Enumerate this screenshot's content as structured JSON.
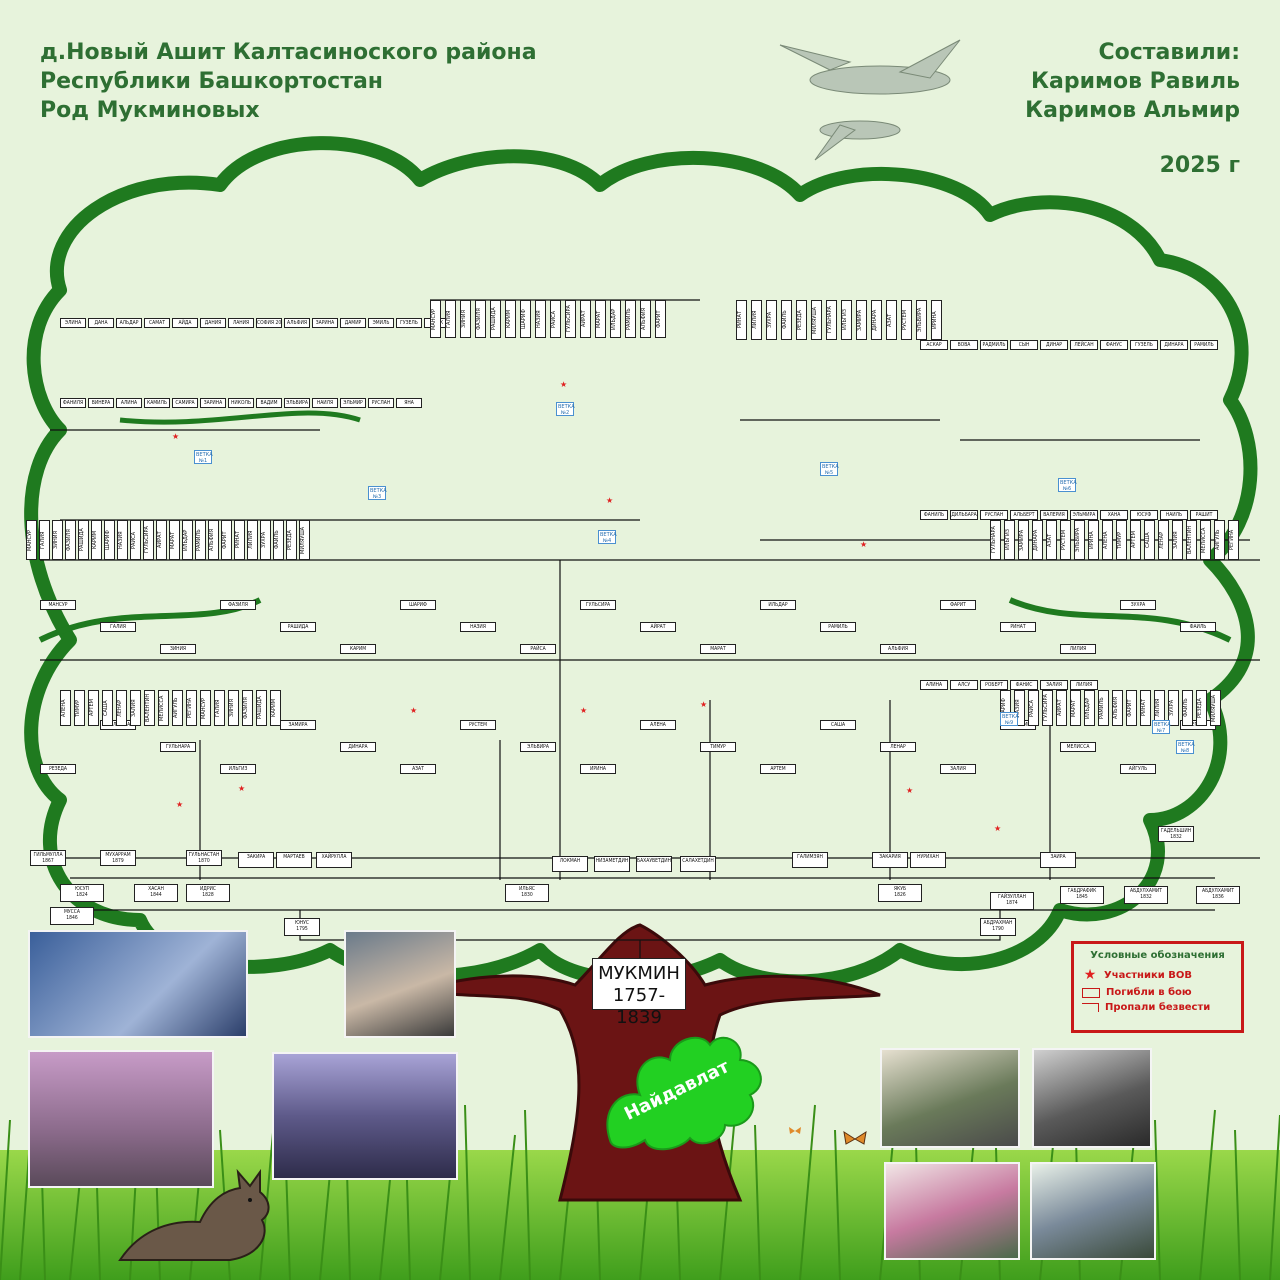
{
  "header": {
    "left_lines": [
      "д.Новый Ашит Калтасиноского района",
      "Республики Башкортостан",
      "Род Мукминовых"
    ],
    "right_lines": [
      "Составили:",
      "Каримов Равиль",
      "Каримов Альмир"
    ],
    "year": "2025 г"
  },
  "root": {
    "name": "МУКМИН",
    "years": "1757-1839"
  },
  "tree_label": "Найдавлат",
  "legend": {
    "title": "Условные обозначения",
    "items": [
      "Участники ВОВ",
      "Погибли в бою",
      "Пропали безвести"
    ]
  },
  "colors": {
    "canopy": "#1f7a1f",
    "trunk": "#6b1414",
    "leaf": "#22d022",
    "text_green": "#2e6f33",
    "legend_red": "#c81818"
  },
  "generation2": [
    {
      "name": "ЮНУС",
      "year": "1795"
    },
    {
      "name": "АБДРАХМАН",
      "year": "1790"
    }
  ],
  "generation3": [
    {
      "name": "МУССА",
      "year": "1846"
    },
    {
      "name": "ЮСУП",
      "year": "1824"
    },
    {
      "name": "ХАСАН",
      "year": "1844"
    },
    {
      "name": "ИДРИС",
      "year": "1828"
    },
    {
      "name": "ИЛЬЯС",
      "year": "1830"
    },
    {
      "name": "ЯКУБ",
      "year": "1826"
    },
    {
      "name": "ГАЙЗУЛЛАН",
      "year": "1874"
    },
    {
      "name": "ГАБДРАФИК",
      "year": "1845"
    },
    {
      "name": "АБДУЛХАМИТ",
      "year": "1832"
    },
    {
      "name": "АБДУЛХАМИТ",
      "year": "1836"
    }
  ],
  "generation4": [
    {
      "name": "ГИЛЬМУЛЛА",
      "year": "1867"
    },
    {
      "name": "МУХАРРАМ",
      "year": "1879"
    },
    {
      "name": "ГУЛЬНАСТАН",
      "year": "1870"
    },
    {
      "name": "ЗАКИРА",
      "year": ""
    },
    {
      "name": "МАРТАЕВ",
      "year": ""
    },
    {
      "name": "ХАЙРУЛЛА",
      "year": ""
    },
    {
      "name": "ЛОКМАН",
      "year": ""
    },
    {
      "name": "НИЗАМЕТДИН",
      "year": ""
    },
    {
      "name": "БАХАУВЕТДИН",
      "year": ""
    },
    {
      "name": "САЛАХЕТДИН",
      "year": ""
    },
    {
      "name": "ГАЛИМЗЯН",
      "year": ""
    },
    {
      "name": "ЗАКАРИЯ",
      "year": ""
    },
    {
      "name": "НУРИХАН",
      "year": ""
    },
    {
      "name": "ЗАИРА",
      "year": ""
    },
    {
      "name": "ГАДЕЛЬШИН",
      "year": "1832"
    }
  ],
  "mid_names": [
    "МАНСУР",
    "ГАЛИЯ",
    "ЗИНИЯ",
    "ФАЗИЛЯ",
    "РАШИДА",
    "КАРИМ",
    "ШАРИФ",
    "НАЗИЯ",
    "РАЙСА",
    "ГУЛЬСИРА",
    "АЙРАТ",
    "МАРАТ",
    "ИЛЬДАР",
    "РАМИЛЬ",
    "АЛЬФИЯ",
    "ФАРИТ",
    "РИНАТ",
    "ЛИЛИЯ",
    "ЗУХРА",
    "ФАИЛЬ",
    "РЕЗЕДА",
    "МИЛЯУША",
    "ГУЛЬНАРА",
    "ИЛЬГИЗ",
    "ЗАМИРА",
    "ДИНАРА",
    "АЗАТ",
    "РУСТЕМ",
    "ЭЛЬВИРА",
    "ИРИНА",
    "АЛЕНА",
    "ТИМУР",
    "АРТЕМ",
    "САША",
    "ЛЕНАР",
    "ЗАЛИЯ",
    "ВАЛЕНТИН",
    "МЕЛИССА",
    "АЙГУЛЬ",
    "РЕГИНА"
  ],
  "upper_names": [
    "ЭЛИНА",
    "ДАНА",
    "АЛЬДАР",
    "САМАТ",
    "АЙДА",
    "ДАНИЯ",
    "ЛАНИЯ",
    "СОФИЯ 2010",
    "АЛЬФИЯ",
    "ЗАРИНА",
    "ДАМИР",
    "ЭМИЛЬ",
    "ГУЗЕЛЬ",
    "ИРЕК",
    "ФАНИЛЯ",
    "ВИНЕРА",
    "АЛИНА",
    "КАМИЛЬ",
    "САМИРА",
    "ЗАРИНА",
    "НИКОЛЬ",
    "ВАДИМ",
    "ЭЛЬВИРА",
    "НАИЛЯ",
    "ЭЛЬМИР",
    "РУСЛАН",
    "ЯНА"
  ],
  "right_names": [
    "АСКАР",
    "ВОВА",
    "РАДМИЛЬ",
    "СЫН",
    "ДИНАР",
    "ЛЕЙСАН",
    "ФАНУС",
    "ГУЗЕЛЬ",
    "ДИНАРА",
    "РАМИЛЬ",
    "ФАНИЛЬ",
    "ДИЛЬБАРА",
    "РУСЛАН",
    "АЛЬБЕРТ",
    "ВАЛЕРИЯ",
    "ЭЛЬМИРА",
    "ХАНА",
    "ЮСУФ",
    "НАИЛЬ",
    "РАШИТ",
    "АЛИНА",
    "АЛСУ",
    "РОБЕРТ",
    "ФАНИС",
    "ЗАЛИЯ",
    "ЛИЛИЯ"
  ],
  "branch_tags": [
    "ВЕТКА №1",
    "ВЕТКА №2",
    "ВЕТКА №3",
    "ВЕТКА №4",
    "ВЕТКА №5",
    "ВЕТКА №6",
    "ВЕТКА №7",
    "ВЕТКА №8",
    "ВЕТКА №9"
  ]
}
